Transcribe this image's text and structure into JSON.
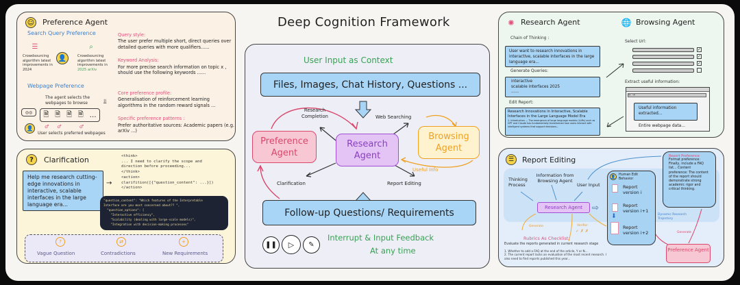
{
  "title": "Deep Cognition Framework",
  "preference_panel": {
    "title": "Preference Agent",
    "search_query_preference": "Search Query Preference",
    "query_before": "Crowdsourcing algorithm latest improvements in 2024",
    "query_after": "Crowdsourcing algorithm latest improvements in",
    "query_after_highlight": "2025 arXiv",
    "webpage_preference": "Webpage Preference",
    "agent_selects": "The agent selects the webpages to browse",
    "user_selects": "User selects preferred webpages",
    "sections": [
      {
        "heading": "Query style:",
        "body": "The user prefer multiple short, direct queries over detailed queries with more qualifiers......"
      },
      {
        "heading": "Keyword Analysis:",
        "body": "For more precise search information on topic x , should use the following keywords ......"
      },
      {
        "heading": "Core preference profile:",
        "body": "Generalisation of reinforcement learning algorithms in the random reward signals ..."
      },
      {
        "heading": "Specific preference patterns :",
        "body": "Prefer authoritative sources: Academic papers (e.g. arXiv ...)"
      }
    ]
  },
  "clarification_panel": {
    "title": "Clarification",
    "user_prompt": "Help me research cutting-edge innovations in interactive, scalable interfaces in the large language era...",
    "think_lines": [
      "<think>",
      "... I need to clarify the scope and",
      "direction before proceeding...",
      "</think>",
      "<action>",
      "clarifition([{\"question_content\": ...}])",
      "</action>"
    ],
    "code_lines": [
      "\"question_content\": \"Which features of the Interpretable",
      "Interface are you most concerned about?? \",",
      "  \"question_options\": [",
      "    \"Interactive efficiency\",",
      "    \"Scalability (dealing with large-scale models)\",",
      "    \"Integration with decision-making processes\""
    ],
    "types": [
      "Vague Question",
      "Contradictions",
      "New Requirements"
    ]
  },
  "center": {
    "user_input_label": "User Input as Context",
    "inputs_bar": "Files, Images, Chat History, Questions ...",
    "preference_agent": "Preference Agent",
    "research_agent": "Research Agent",
    "browsing_agent": "Browsing Agent",
    "research_completion": "Research Completion",
    "web_searching": "Web Searching",
    "clarification": "Clarification",
    "report_editing": "Report Editing",
    "useful_info": "Useful Info",
    "followup_bar": "Follow-up Questions/ Requirements",
    "interrupt_label": "Interrupt & Input Feedback",
    "any_time": "At any time"
  },
  "research_browsing_panel": {
    "research_title": "Research Agent",
    "browsing_title": "Browsing Agent",
    "chain_label": "Chain of Thinking :",
    "chain_text": "User want to research innovations in interactive, scalable interfaces in the large language era...",
    "queries_label": "Generate Queries:",
    "queries_text": [
      "interactive",
      "scalable interfaces 2025",
      "......"
    ],
    "edit_label": "Edit Report:",
    "report_title": "Research Innovations in Interactive, Scalable Interfaces in the Large Language Model Era",
    "report_body": "1. Introduction — The emergence of large language models (LLMs) such as GPT and Claude has fundamentally transformed how users interact with intelligent systems that support decisions...",
    "select_url": "Select Url:",
    "url_checked": [
      true,
      true,
      true,
      false
    ],
    "extract_label": "Extract useful information:",
    "useful_info": "Useful information extracted...",
    "entire_data": "Entire webpage data..."
  },
  "report_editing_panel": {
    "title": "Report Editing",
    "thinking_process": "Thinking Process",
    "info_from_browsing": "Information from Browsing Agent",
    "user_input": "User Input",
    "research_agent": "Research Agent",
    "human_edit": "Human Edit Behavior",
    "versions": [
      "Report version i",
      "Report version i+1",
      "Report version i+2"
    ],
    "report_pref_title": "Report Preference",
    "report_pref_text": "Format preference: Finally, include a FAQ list... Content preference: The content of the report should demonstrate strong academic rigor and critical thinking.",
    "dynamic_trajectory": "Dynamic Research Trajectory",
    "generate_left": "Generate",
    "verifier": "Verifier",
    "verifier_marks": "✓ ✗ ✗",
    "rubrics_title": "Rubrics As Checklist:",
    "rubrics_intro": "Evaluate the reports generated in current research stage",
    "rubrics_items": [
      "1. Whether to add a FAQ at the end of the article, Y or N...",
      "2. The current report lacks an evaluation of the most recent research. I also need to find reports published this year..."
    ],
    "generate_right": "Generate",
    "preference_agent": "Preference Agent"
  },
  "colors": {
    "pink": "#e0507a",
    "blue_box": "#a8d4f6",
    "green": "#3aa055",
    "orange": "#f0a020",
    "purple": "#a24fd6"
  }
}
